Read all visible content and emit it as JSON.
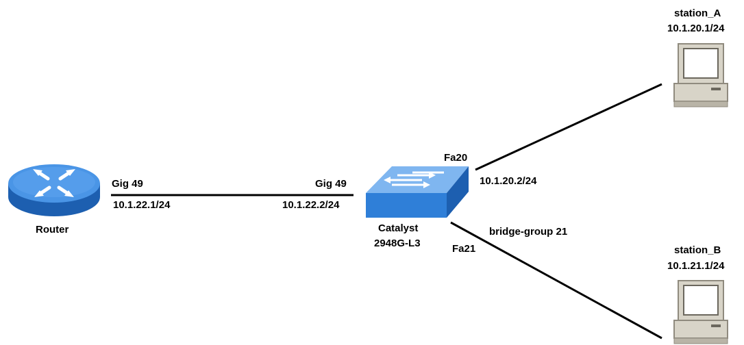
{
  "colors": {
    "link": "#000000",
    "device_blue": "#2f7fd8",
    "device_dark_blue": "#1d5fb0",
    "device_light_blue": "#7fb6f0",
    "monitor_beige": "#d8d4c8",
    "monitor_shadow": "#8f8a7e",
    "screen": "#ffffff"
  },
  "devices": {
    "router": {
      "name": "Router",
      "icon": "router-icon",
      "port": "Gig 49",
      "ip": "10.1.22.1/24"
    },
    "switch": {
      "name_line1": "Catalyst",
      "name_line2": "2948G-L3",
      "icon": "switch-icon",
      "uplink_port": "Gig 49",
      "uplink_ip": "10.1.22.2/24",
      "port_a": "Fa20",
      "port_a_ip": "10.1.20.2/24",
      "port_b": "Fa21",
      "bridge_group": "bridge-group 21"
    },
    "station_a": {
      "name": "station_A",
      "ip": "10.1.20.1/24",
      "icon": "workstation-icon"
    },
    "station_b": {
      "name": "station_B",
      "ip": "10.1.21.1/24",
      "icon": "workstation-icon"
    }
  }
}
